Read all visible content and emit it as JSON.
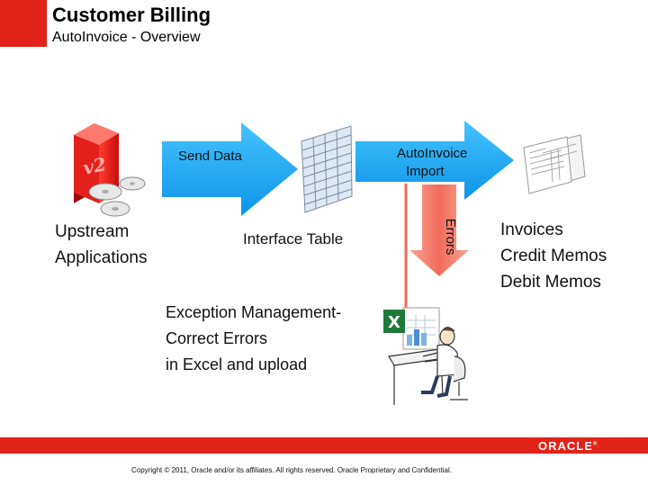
{
  "header": {
    "title": "Customer Billing",
    "subtitle": "AutoInvoice - Overview"
  },
  "diagram": {
    "upstream": [
      "Upstream",
      "Applications"
    ],
    "send_data": "Send Data",
    "interface_table": "Interface Table",
    "autoinvoice": [
      "AutoInvoice",
      "Import"
    ],
    "errors": "Errors",
    "outputs": [
      "Invoices",
      "Credit Memos",
      "Debit Memos"
    ],
    "exception": [
      "Exception Management-",
      "Correct Errors",
      "in Excel and upload"
    ],
    "server_badge": "v2"
  },
  "footer": {
    "logo": "ORACLE",
    "copyright": "Copyright © 2011, Oracle and/or its affiliates. All rights reserved. Oracle Proprietary and Confidential."
  },
  "colors": {
    "brand_red": "#e2231a",
    "arrow_blue": "#1aaaf5",
    "error_red": "#f26b5a"
  }
}
